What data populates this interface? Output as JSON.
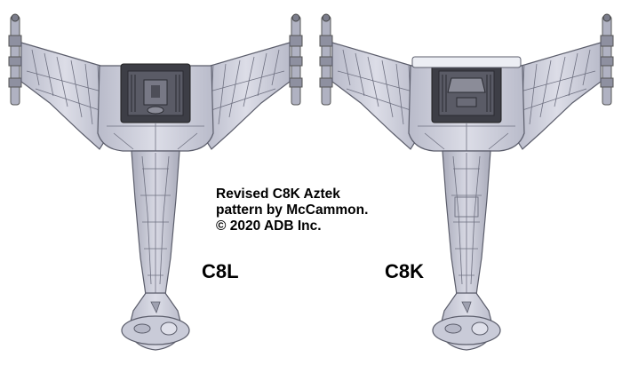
{
  "caption": {
    "line1": "Revised C8K Aztek",
    "line2": "pattern by McCammon.",
    "line3": "© 2020 ADB Inc."
  },
  "ships": [
    {
      "label": "C8L"
    },
    {
      "label": "C8K"
    }
  ],
  "colors": {
    "hull": "#c9cbd8",
    "hull_light": "#e2e3ec",
    "panel_line": "#6e7080",
    "dark_block": "#3d3e46",
    "background": "#ffffff"
  }
}
